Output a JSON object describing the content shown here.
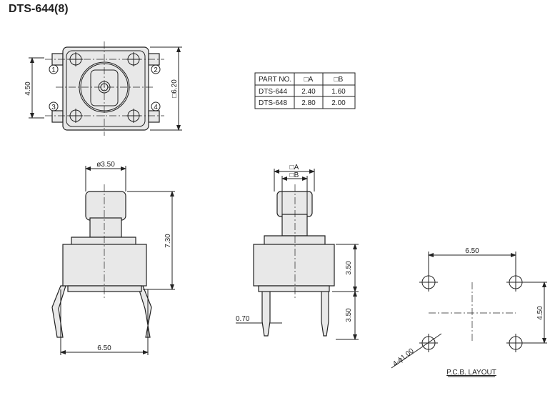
{
  "title": "DTS-644(8)",
  "top_view": {
    "pins": [
      "1",
      "2",
      "3",
      "4"
    ],
    "dim_pitch": "4.50",
    "dim_body": "□6.20"
  },
  "table": {
    "headers": [
      "PART NO.",
      "□A",
      "□B"
    ],
    "rows": [
      [
        "DTS-644",
        "2.40",
        "1.60"
      ],
      [
        "DTS-648",
        "2.80",
        "2.00"
      ]
    ]
  },
  "side_view": {
    "dim_actuator": "ø3.50",
    "dim_height": "7.30",
    "dim_width": "6.50"
  },
  "front_view": {
    "dim_a": "□A",
    "dim_b": "□B",
    "dim_body_h": "3.50",
    "dim_lead_h": "3.50",
    "dim_lead_w": "0.70"
  },
  "pcb": {
    "dim_x": "6.50",
    "dim_y": "4.50",
    "dim_holes": "4-ϕ1.00",
    "label": "P.C.B. LAYOUT"
  }
}
